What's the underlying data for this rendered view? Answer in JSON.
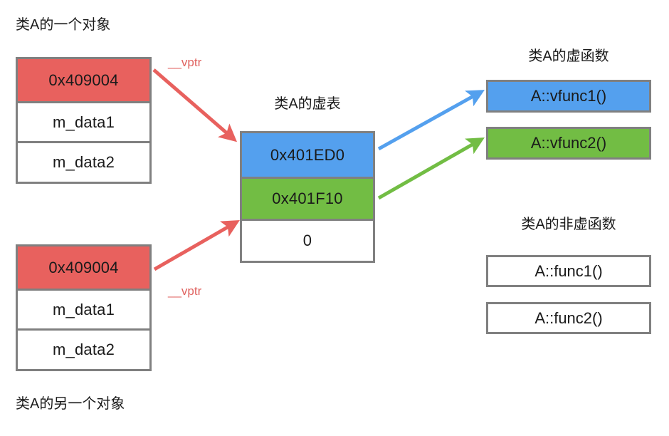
{
  "diagram": {
    "title_top_left": "类A的一个对象",
    "title_bottom_left": "类A的另一个对象",
    "title_vtable": "类A的虚表",
    "title_vfuncs": "类A的虚函数",
    "title_nonvfuncs": "类A的非虚函数"
  },
  "object_a": {
    "rows": [
      {
        "text": "0x409004",
        "color": "red"
      },
      {
        "text": "m_data1",
        "color": "white"
      },
      {
        "text": "m_data2",
        "color": "white"
      }
    ],
    "vptr_label": "__vptr"
  },
  "object_b": {
    "rows": [
      {
        "text": "0x409004",
        "color": "red"
      },
      {
        "text": "m_data1",
        "color": "white"
      },
      {
        "text": "m_data2",
        "color": "white"
      }
    ],
    "vptr_label": "__vptr"
  },
  "vtable": {
    "rows": [
      {
        "text": "0x401ED0",
        "color": "blue"
      },
      {
        "text": "0x401F10",
        "color": "green"
      },
      {
        "text": "0",
        "color": "white"
      }
    ]
  },
  "virtual_functions": [
    {
      "text": "A::vfunc1()",
      "color": "blue"
    },
    {
      "text": "A::vfunc2()",
      "color": "green"
    }
  ],
  "non_virtual_functions": [
    {
      "text": "A::func1()",
      "color": "white"
    },
    {
      "text": "A::func2()",
      "color": "white"
    }
  ],
  "colors": {
    "red": "#e8615e",
    "blue": "#54a0ee",
    "green": "#72bd44",
    "border": "#808080",
    "vptr_text": "#e0625f",
    "text": "#1a1a1a"
  }
}
